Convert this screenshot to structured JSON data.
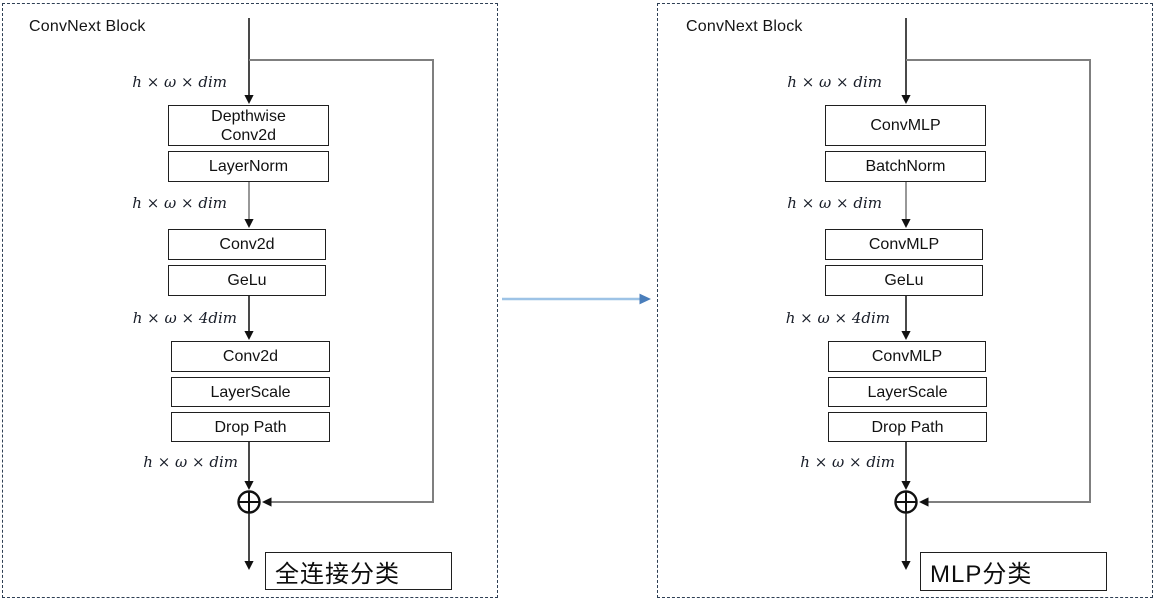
{
  "panels": [
    {
      "title": "ConvNext Block",
      "dims": [
        "h × ω × dim",
        "h × ω × dim",
        "h × ω × 4dim",
        "h × ω × dim"
      ],
      "boxes": [
        "Depthwise\nConv2d",
        "LayerNorm",
        "Conv2d",
        "GeLu",
        "Conv2d",
        "LayerScale",
        "Drop Path"
      ],
      "sum_symbol": "⊕",
      "output": "全连接分类"
    },
    {
      "title": "ConvNext Block",
      "dims": [
        "h × ω × dim",
        "h × ω × dim",
        "h × ω × 4dim",
        "h × ω × dim"
      ],
      "boxes": [
        "ConvMLP",
        "BatchNorm",
        "ConvMLP",
        "GeLu",
        "ConvMLP",
        "LayerScale",
        "Drop Path"
      ],
      "sum_symbol": "⊕",
      "output": "MLP分类"
    }
  ],
  "icons": {
    "sum_node": "circled-plus",
    "transform_arrow": "right-arrow"
  },
  "colors": {
    "panel_border": "#2e3f54",
    "box_border": "#1f1f1f",
    "flow_line": "#1c1c1c",
    "skip_line": "#7f7f7f",
    "arrowhead": "#111111",
    "transform_arrow_line": "#9dc3e6",
    "transform_arrow_head": "#4a7ebb"
  }
}
